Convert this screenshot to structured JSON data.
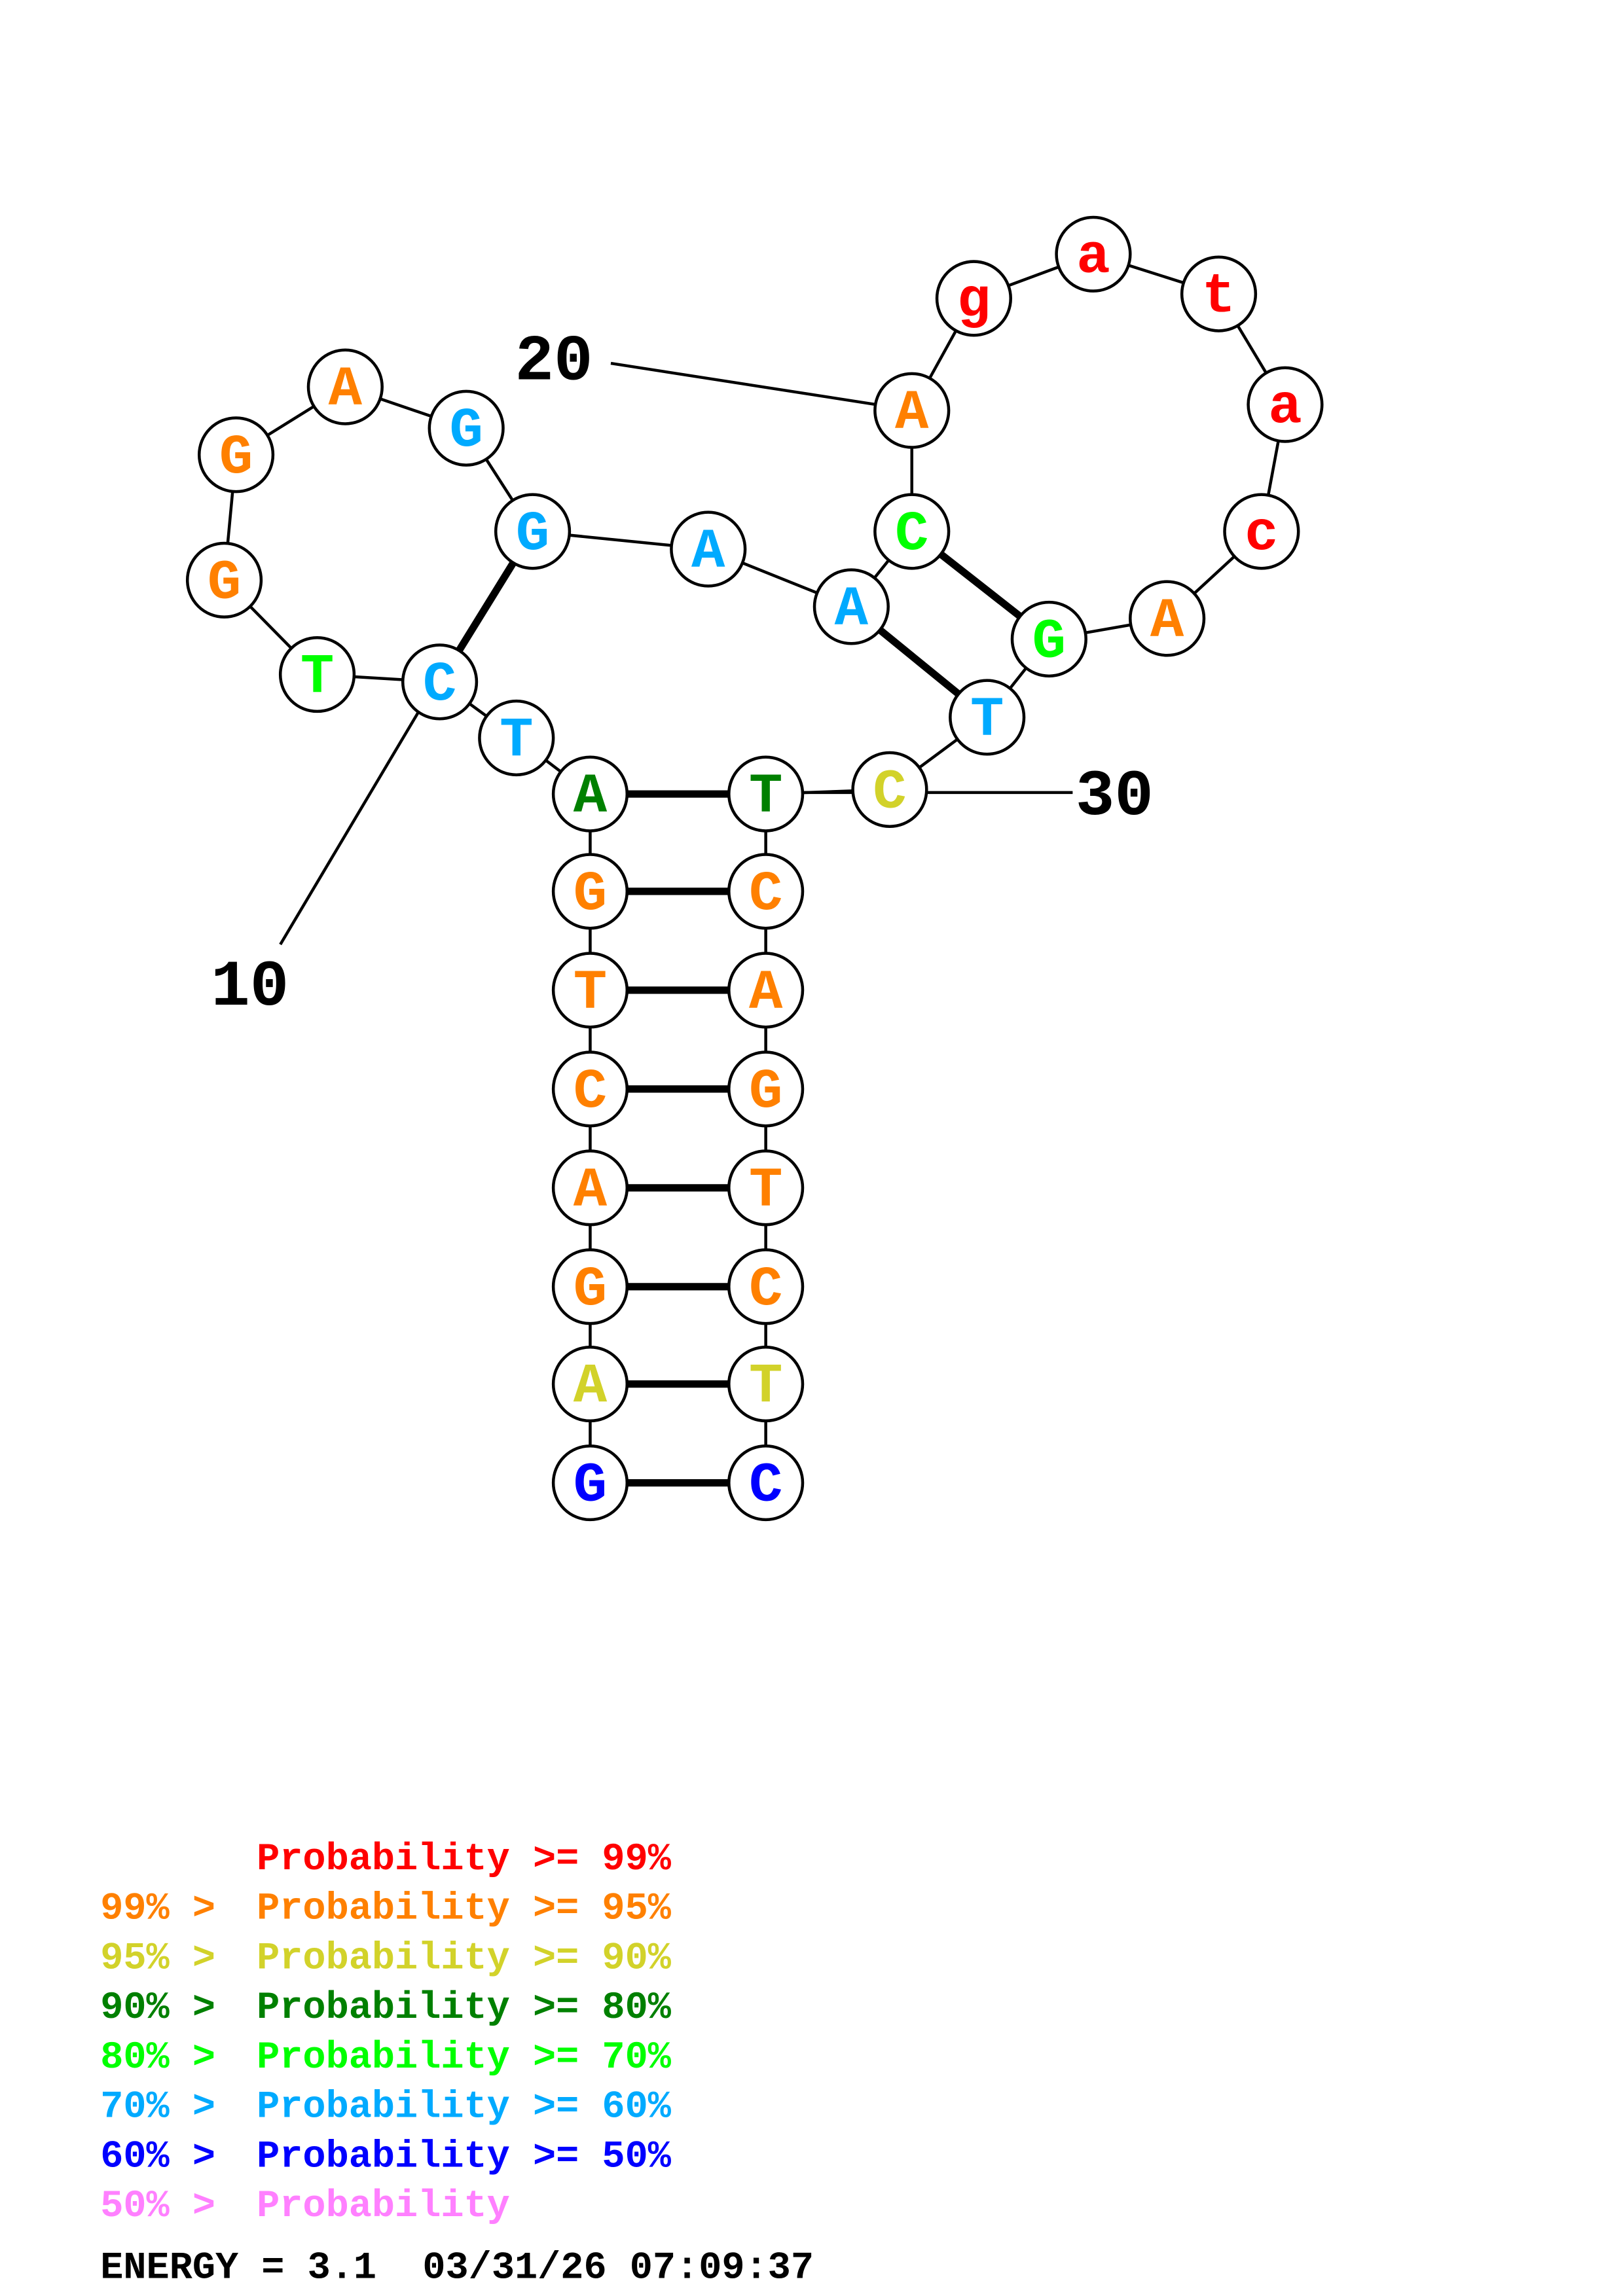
{
  "colors": {
    "red": "#ff0000",
    "orange": "#ff8000",
    "yellow": "#d2d22a",
    "darkgreen": "#008000",
    "green": "#00ff00",
    "cyan": "#00aaff",
    "blue": "#0000ff",
    "pink": "#ff80ff"
  },
  "sequence": [
    {
      "n": "G",
      "c": "blue"
    },
    {
      "n": "A",
      "c": "yellow"
    },
    {
      "n": "G",
      "c": "orange"
    },
    {
      "n": "A",
      "c": "orange"
    },
    {
      "n": "C",
      "c": "orange"
    },
    {
      "n": "T",
      "c": "orange"
    },
    {
      "n": "G",
      "c": "orange"
    },
    {
      "n": "A",
      "c": "darkgreen"
    },
    {
      "n": "T",
      "c": "cyan"
    },
    {
      "n": "C",
      "c": "cyan"
    },
    {
      "n": "T",
      "c": "green"
    },
    {
      "n": "G",
      "c": "orange"
    },
    {
      "n": "G",
      "c": "orange"
    },
    {
      "n": "A",
      "c": "orange"
    },
    {
      "n": "G",
      "c": "cyan"
    },
    {
      "n": "G",
      "c": "cyan"
    },
    {
      "n": "A",
      "c": "cyan"
    },
    {
      "n": "A",
      "c": "cyan"
    },
    {
      "n": "C",
      "c": "green"
    },
    {
      "n": "A",
      "c": "orange"
    },
    {
      "n": "g",
      "c": "red"
    },
    {
      "n": "a",
      "c": "red"
    },
    {
      "n": "t",
      "c": "red"
    },
    {
      "n": "a",
      "c": "red"
    },
    {
      "n": "c",
      "c": "red"
    },
    {
      "n": "A",
      "c": "orange"
    },
    {
      "n": "G",
      "c": "green"
    },
    {
      "n": "T",
      "c": "cyan"
    },
    {
      "n": "C",
      "c": "yellow"
    },
    {
      "n": "T",
      "c": "darkgreen"
    },
    {
      "n": "C",
      "c": "orange"
    },
    {
      "n": "A",
      "c": "orange"
    },
    {
      "n": "G",
      "c": "orange"
    },
    {
      "n": "T",
      "c": "orange"
    },
    {
      "n": "C",
      "c": "orange"
    },
    {
      "n": "T",
      "c": "yellow"
    },
    {
      "n": "C",
      "c": "blue"
    }
  ],
  "pairs": [
    [
      1,
      37
    ],
    [
      2,
      36
    ],
    [
      3,
      35
    ],
    [
      4,
      34
    ],
    [
      5,
      33
    ],
    [
      6,
      32
    ],
    [
      7,
      31
    ],
    [
      8,
      30
    ],
    [
      10,
      16
    ],
    [
      18,
      28
    ],
    [
      19,
      27
    ]
  ],
  "position_labels": [
    "10",
    "20",
    "30"
  ],
  "legend": [
    {
      "prefix": "      ",
      "label": "Probability >= 99%",
      "c": "red"
    },
    {
      "prefix": "99% > ",
      "label": "Probability >= 95%",
      "c": "orange"
    },
    {
      "prefix": "95% > ",
      "label": "Probability >= 90%",
      "c": "yellow"
    },
    {
      "prefix": "90% > ",
      "label": "Probability >= 80%",
      "c": "darkgreen"
    },
    {
      "prefix": "80% > ",
      "label": "Probability >= 70%",
      "c": "green"
    },
    {
      "prefix": "70% > ",
      "label": "Probability >= 60%",
      "c": "cyan"
    },
    {
      "prefix": "60% > ",
      "label": "Probability >= 50%",
      "c": "blue"
    },
    {
      "prefix": "50% > ",
      "label": "Probability",
      "c": "pink"
    }
  ],
  "footer": {
    "energy": "ENERGY = 3.1  03/31/26 07:09:37"
  }
}
